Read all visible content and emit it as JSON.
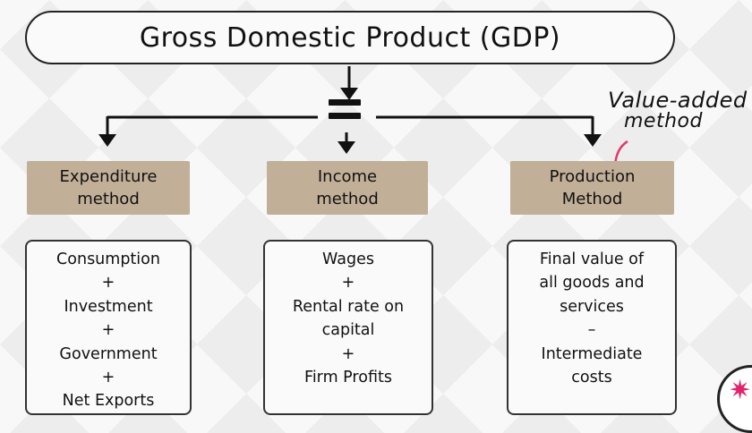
{
  "title": "Gross Domestic Product (GDP)",
  "annotation": {
    "line1": "Value-added",
    "line2": "method"
  },
  "methods": [
    {
      "line1": "Expenditure",
      "line2": "method",
      "items": [
        "Consumption",
        "+",
        "Investment",
        "+",
        "Government",
        "+",
        "Net Exports"
      ]
    },
    {
      "line1": "Income",
      "line2": "method",
      "items": [
        "Wages",
        "+",
        "Rental rate on",
        "capital",
        "+",
        "Firm Profits"
      ]
    },
    {
      "line1": "Production",
      "line2": "Method",
      "items": [
        "Final value of",
        "all goods and",
        "services",
        "–",
        "Intermediate",
        "costs"
      ]
    }
  ],
  "colors": {
    "method_fill": "#c1af98",
    "annotation_curve": "#e03a6e",
    "logo_star": "#e0236d"
  },
  "icons": [
    "down-arrow-icon",
    "equals-sign-icon",
    "star-logo-icon"
  ]
}
